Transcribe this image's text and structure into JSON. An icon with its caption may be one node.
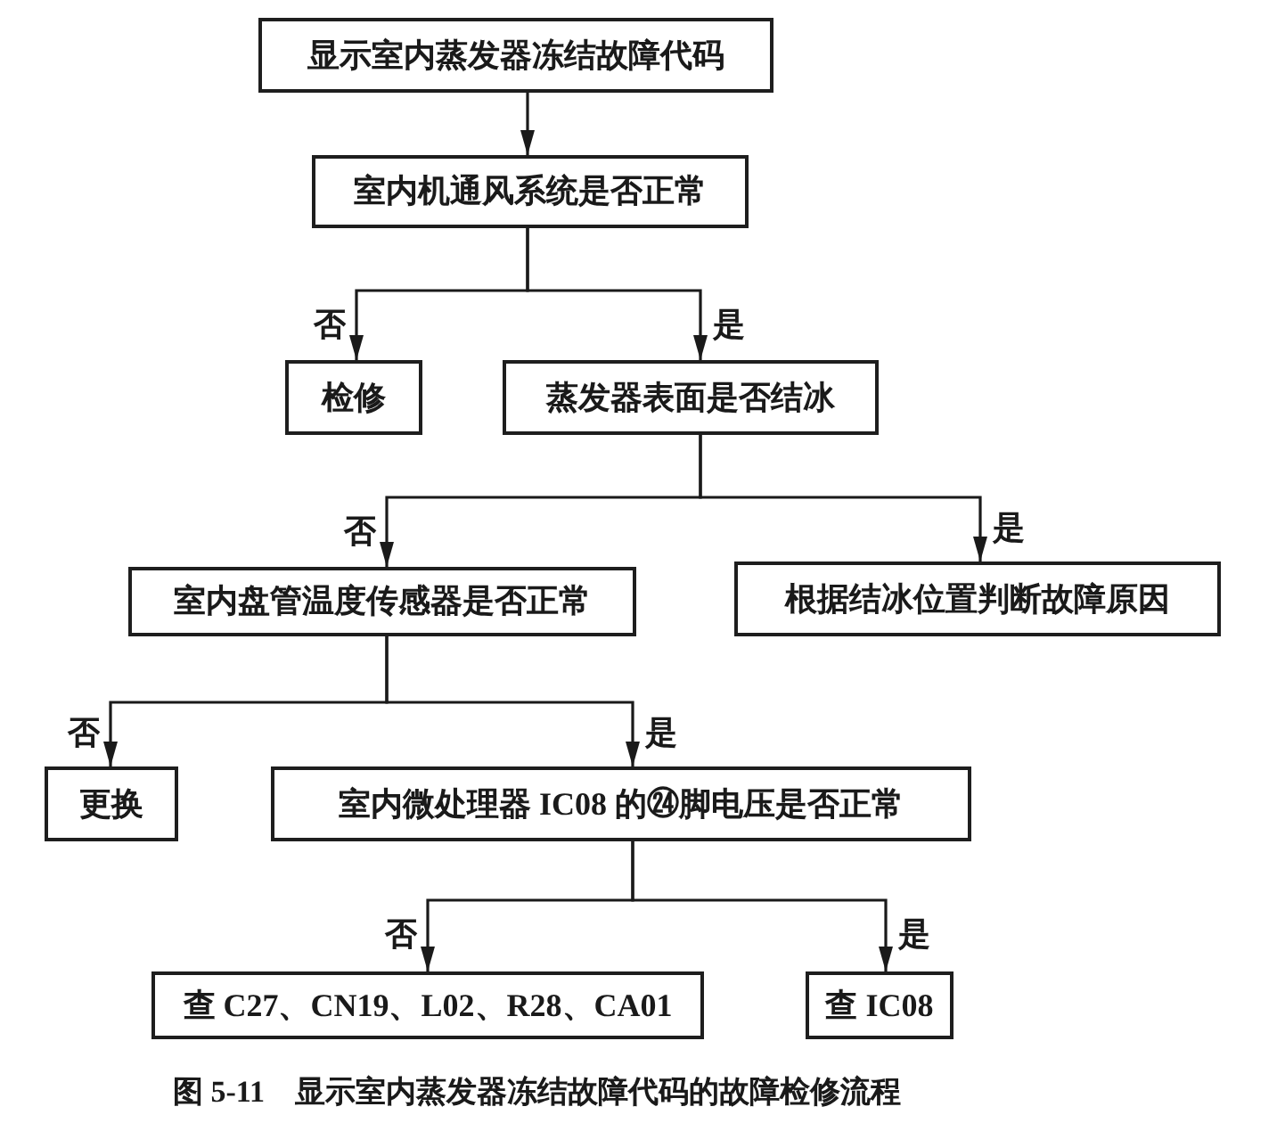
{
  "diagram": {
    "caption": "图 5-11　显示室内蒸发器冻结故障代码的故障检修流程",
    "nodes": [
      {
        "text": [
          "显示室内蒸发器冻结故障代码"
        ]
      },
      {
        "text": [
          "室内机通风系统是否正常"
        ]
      },
      {
        "text": [
          "检修"
        ]
      },
      {
        "text": [
          "蒸发器表面是否结冰"
        ]
      },
      {
        "text": [
          "室内盘管温度传感器是否正常"
        ]
      },
      {
        "text": [
          "根据结冰位置判断故障原因"
        ]
      },
      {
        "text": [
          "更换"
        ]
      },
      {
        "text": [
          "室内微处理器 IC08 的㉔脚电压是否正常"
        ]
      },
      {
        "text": [
          "查 C27、CN19、L02、R28、CA01"
        ]
      },
      {
        "text": [
          "查 IC08"
        ]
      }
    ],
    "edges": [
      {
        "from": 0,
        "to": 1,
        "arrow": "to"
      },
      {
        "from": 1,
        "to": 2,
        "arrow": "to",
        "label": "否"
      },
      {
        "from": 1,
        "to": 3,
        "arrow": "to",
        "label": "是"
      },
      {
        "from": 3,
        "to": 4,
        "arrow": "to",
        "label": "否"
      },
      {
        "from": 3,
        "to": 5,
        "arrow": "to",
        "label": "是"
      },
      {
        "from": 4,
        "to": 6,
        "arrow": "to",
        "label": "否"
      },
      {
        "from": 4,
        "to": 7,
        "arrow": "to",
        "label": "是"
      },
      {
        "from": 7,
        "to": 8,
        "arrow": "to",
        "label": "否"
      },
      {
        "from": 7,
        "to": 9,
        "arrow": "to",
        "label": "是"
      }
    ]
  }
}
